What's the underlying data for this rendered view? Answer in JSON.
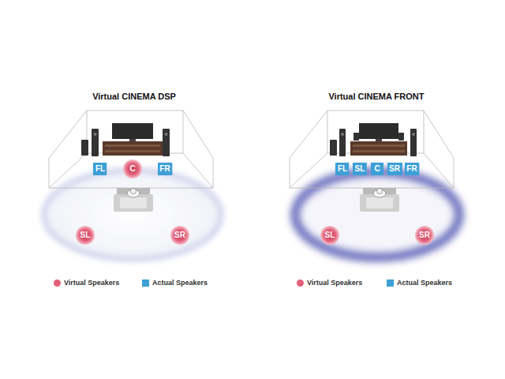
{
  "diagram": {
    "nodes": [
      {
        "text": [
          "FL"
        ]
      },
      {
        "text": [
          "C"
        ]
      },
      {
        "text": [
          "FR"
        ]
      },
      {
        "text": [
          "SL"
        ]
      },
      {
        "text": [
          "SR"
        ]
      },
      {
        "text": [
          "FL"
        ]
      },
      {
        "text": [
          "SL"
        ]
      },
      {
        "text": [
          "C"
        ]
      },
      {
        "text": [
          "SR"
        ]
      },
      {
        "text": [
          "FR"
        ]
      },
      {
        "text": [
          "SL"
        ]
      },
      {
        "text": [
          "SR"
        ]
      }
    ],
    "edges": [],
    "labels": [
      "Virtual CINEMA DSP",
      "Virtual CINEMA FRONT"
    ],
    "legend": [
      {
        "text": "Virtual Speakers",
        "color": "#e2607a"
      },
      {
        "text": "Actual Speakers",
        "color": "#3d9fd6"
      },
      {
        "text": "Virtual Speakers",
        "color": "#e2607a"
      },
      {
        "text": "Actual Speakers",
        "color": "#3d9fd6"
      }
    ]
  }
}
